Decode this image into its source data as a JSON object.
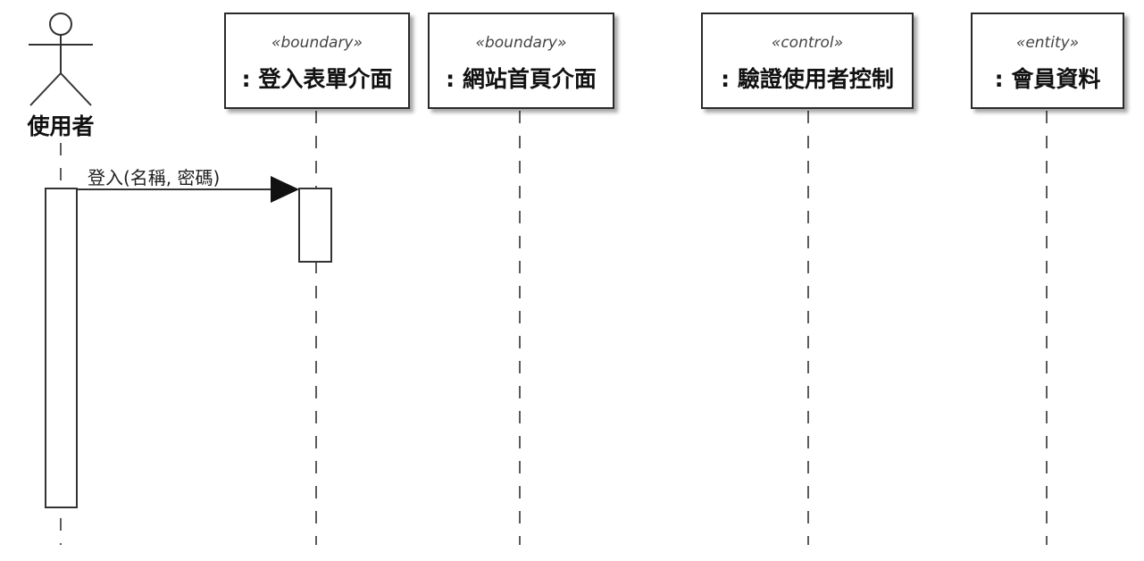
{
  "actor": {
    "name": "使用者"
  },
  "participants": [
    {
      "id": "p1",
      "stereotype": "«boundary»",
      "name": ": 登入表單介面"
    },
    {
      "id": "p2",
      "stereotype": "«boundary»",
      "name": ": 網站首頁介面"
    },
    {
      "id": "p3",
      "stereotype": "«control»",
      "name": ": 驗證使用者控制"
    },
    {
      "id": "p4",
      "stereotype": "«entity»",
      "name": ": 會員資料"
    }
  ],
  "messages": [
    {
      "from": "actor",
      "to": "p1",
      "label": "登入(名稱, 密碼)"
    }
  ]
}
